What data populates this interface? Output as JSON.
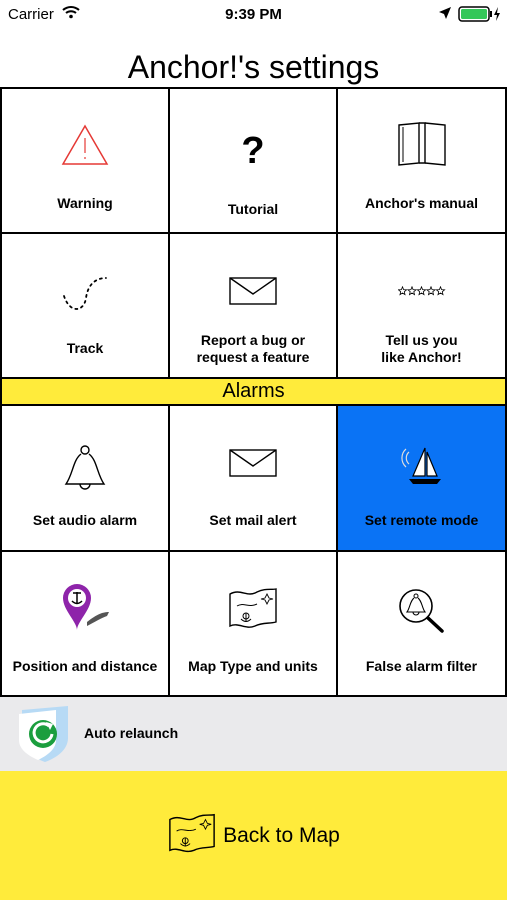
{
  "status_bar": {
    "carrier": "Carrier",
    "time": "9:39 PM"
  },
  "title": "Anchor!'s settings",
  "items": {
    "warning": "Warning",
    "tutorial": "Tutorial",
    "manual": "Anchor's manual",
    "track": "Track",
    "report_line1": "Report a bug or",
    "report_line2": "request a feature",
    "rate_line1": "Tell us you",
    "rate_line2": "like Anchor!",
    "audio_alarm": "Set audio alarm",
    "mail_alert": "Set mail alert",
    "remote_mode": "Set remote mode",
    "position": "Position and distance",
    "map_type": "Map Type and units",
    "false_alarm": "False alarm filter"
  },
  "section_alarms": "Alarms",
  "auto_relaunch": "Auto relaunch",
  "back_to_map": "Back to Map",
  "colors": {
    "yellow": "#ffeb3b",
    "blue": "#0a73f5",
    "warning_red": "#e53935",
    "purple": "#8e24aa",
    "green": "#1b9e3e"
  },
  "icons": {
    "warning": "warning-triangle-icon",
    "tutorial": "question-mark-icon",
    "manual": "book-icon",
    "track": "dotted-track-icon",
    "report": "envelope-icon",
    "rate": "stars-icon",
    "audio_alarm": "bell-icon",
    "mail_alert": "envelope-icon",
    "remote_mode": "sailboat-icon",
    "position": "anchor-pin-icon",
    "map_type": "map-icon",
    "false_alarm": "magnifier-bell-icon",
    "auto_relaunch": "relaunch-shield-icon",
    "back_to_map": "map-icon"
  }
}
